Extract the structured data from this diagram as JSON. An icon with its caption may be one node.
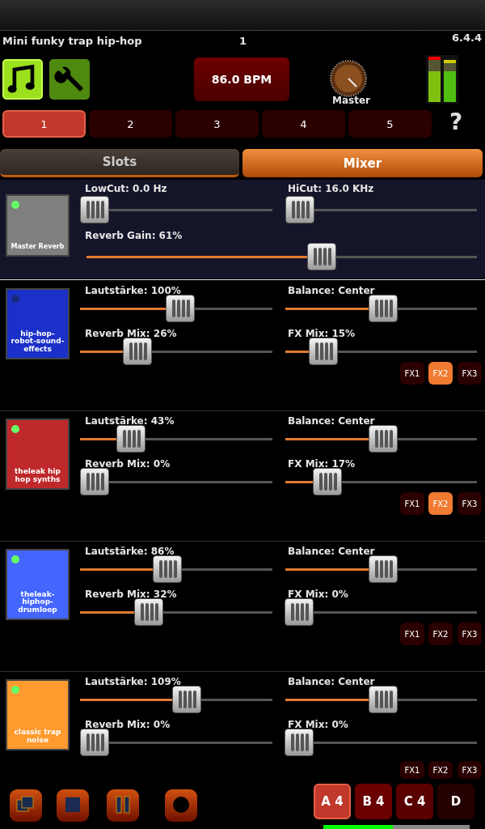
{
  "diagram": {
    "labels": [
      "Mini funky trap hip-hop",
      "1",
      "6.4.4",
      "86.0 BPM",
      "Master",
      "1",
      "2",
      "3",
      "4",
      "5",
      "?",
      "Slots",
      "Mixer",
      "Master Reverb",
      "LowCut: 0.0 Hz",
      "HiCut: 16.0 KHz",
      "Reverb Gain: 61%",
      "hip-hop-robot-sound-effects",
      "Lautstärke: 100%",
      "Balance: Center",
      "Reverb Mix: 26%",
      "FX Mix: 15%",
      "FX1",
      "FX2",
      "FX3",
      "theleak hip hop synths",
      "Lautstärke: 43%",
      "Balance: Center",
      "Reverb Mix: 0%",
      "FX Mix: 17%",
      "FX1",
      "FX2",
      "FX3",
      "theleak-hiphop-drumloop",
      "Lautstärke: 86%",
      "Balance: Center",
      "Reverb Mix: 32%",
      "FX Mix: 0%",
      "FX1",
      "FX2",
      "FX3",
      "classic trap noise",
      "Lautstärke: 109%",
      "Balance: Center",
      "Reverb Mix: 0%",
      "FX Mix: 0%",
      "FX1",
      "FX2",
      "FX3",
      "A 4",
      "B 4",
      "C 4",
      "D"
    ]
  }
}
